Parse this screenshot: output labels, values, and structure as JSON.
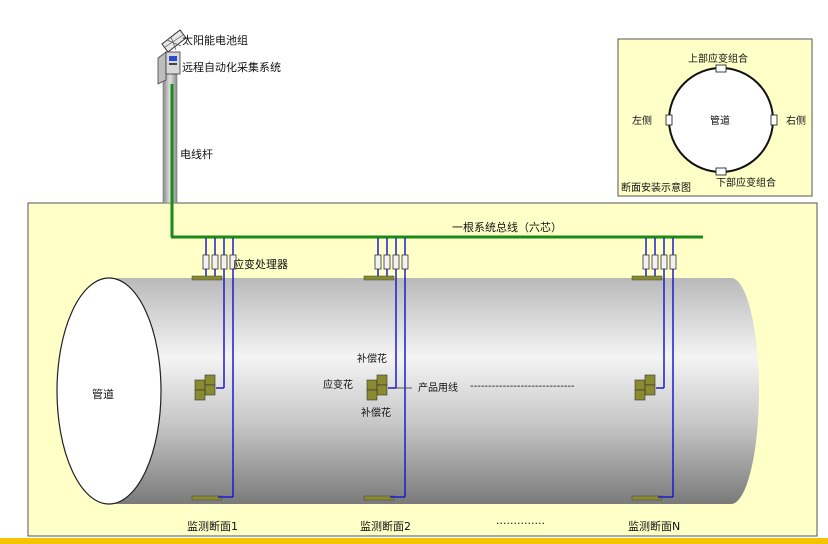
{
  "labels": {
    "solar_panel": "太阳能电池组",
    "remote_system": "远程自动化采集系统",
    "pole": "电线杆",
    "bus_line": "一根系统总线（六芯）",
    "processor": "应变处理器",
    "pipe": "管道",
    "compensation_top": "补偿花",
    "strain_rosette": "应变花",
    "compensation_bottom": "补偿花",
    "product_line": "产品用线",
    "product_line_dashes": "-----------------------------"
  },
  "sections": [
    {
      "label": "监测断面1"
    },
    {
      "label": "监测断面2"
    },
    {
      "label": "监测断面N"
    }
  ],
  "ellipsis": "··············",
  "cross_section": {
    "title": "断面安装示意图",
    "top": "上部应变组合",
    "bottom": "下部应变组合",
    "left": "左侧",
    "right": "右侧",
    "center": "管道"
  },
  "colors": {
    "panel_bg": "#ffffc8",
    "bus_green": "#1a8a1a",
    "wire_blue": "#1c1cd0",
    "sensor_olive": "#8a8a30",
    "bottom_rule": "#f5c400"
  }
}
